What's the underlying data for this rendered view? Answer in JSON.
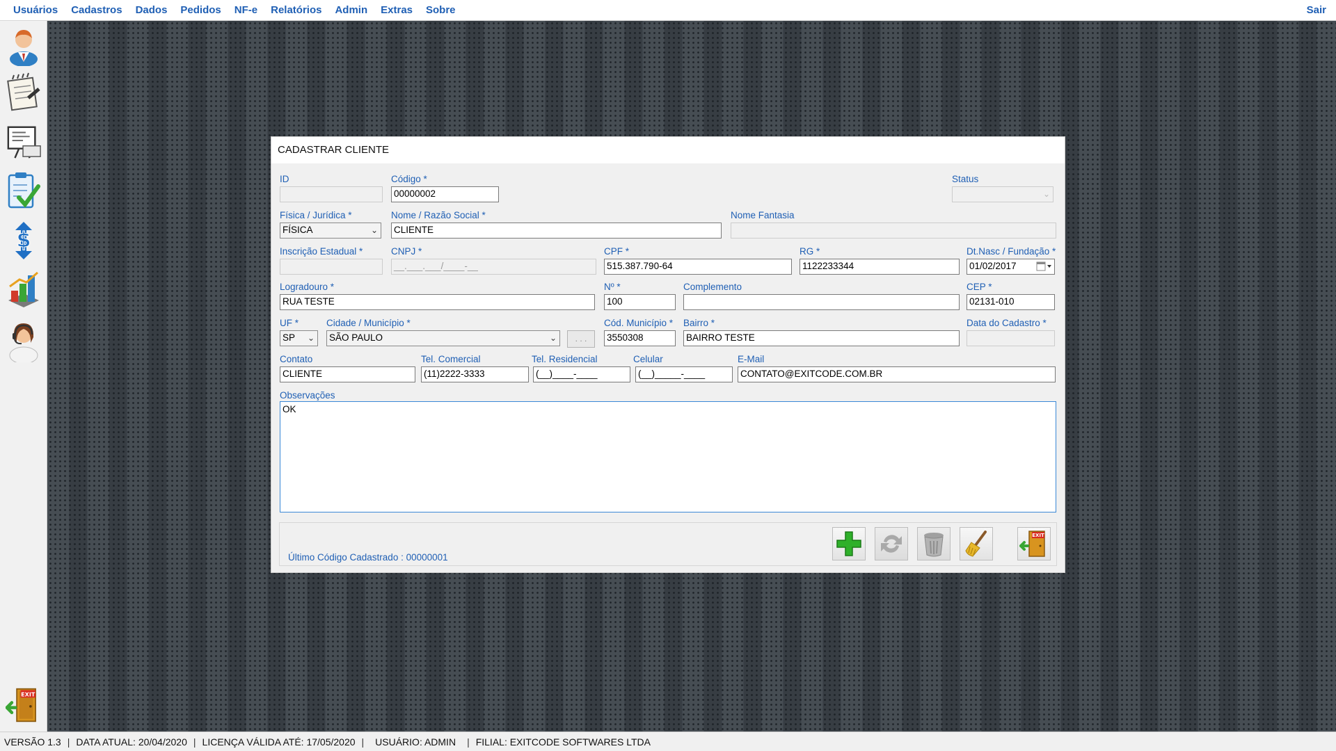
{
  "menu": {
    "items": [
      "Usuários",
      "Cadastros",
      "Dados",
      "Pedidos",
      "NF-e",
      "Relatórios",
      "Admin",
      "Extras",
      "Sobre"
    ],
    "logout": "Sair"
  },
  "sidebar": {
    "icons": [
      "user-icon",
      "notepad-icon",
      "presentation-icon",
      "checklist-icon",
      "dollar-icon",
      "bar-chart-icon",
      "support-agent-icon"
    ],
    "exit_icon": "exit-door-icon",
    "exit_label": "EXIT"
  },
  "dialog": {
    "title": "CADASTRAR CLIENTE",
    "labels": {
      "id": "ID",
      "codigo": "Código *",
      "status": "Status",
      "tipo": "Física / Jurídica *",
      "nome": "Nome / Razão Social *",
      "fantasia": "Nome Fantasia",
      "ie": "Inscrição Estadual *",
      "cnpj": "CNPJ *",
      "cpf": "CPF *",
      "rg": "RG *",
      "nasc": "Dt.Nasc / Fundação *",
      "logradouro": "Logradouro *",
      "numero": "Nº *",
      "complemento": "Complemento",
      "cep": "CEP *",
      "uf": "UF *",
      "cidade": "Cidade / Município *",
      "cod_municipio": "Cód. Município *",
      "bairro": "Bairro *",
      "data_cadastro": "Data do Cadastro *",
      "contato": "Contato",
      "tel_comercial": "Tel. Comercial",
      "tel_residencial": "Tel. Residencial",
      "celular": "Celular",
      "email": "E-Mail",
      "observacoes": "Observações"
    },
    "values": {
      "id": "",
      "codigo": "00000002",
      "status": "",
      "tipo": "FÍSICA",
      "nome": "CLIENTE",
      "fantasia": "",
      "ie": "",
      "cnpj": "__.___.___/____-__",
      "cpf": "515.387.790-64",
      "rg": "1122233344",
      "nasc": "01/02/2017",
      "logradouro": "RUA TESTE",
      "numero": "100",
      "complemento": "",
      "cep": "02131-010",
      "uf": "SP",
      "cidade": "SÃO PAULO",
      "cidade_button": ". . .",
      "cod_municipio": "3550308",
      "bairro": "BAIRRO TESTE",
      "data_cadastro": "",
      "contato": "CLIENTE",
      "tel_comercial": "(11)2222-3333",
      "tel_residencial": "(__)____-____",
      "celular": "(__)_____-____",
      "email": "CONTATO@EXITCODE.COM.BR",
      "observacoes": "OK"
    },
    "footer": {
      "last_code": "Último Código Cadastrado : 00000001",
      "buttons": [
        "add-icon",
        "refresh-icon",
        "trash-icon",
        "broom-icon",
        "exit-door-icon"
      ],
      "exit_label": "EXIT"
    }
  },
  "statusbar": {
    "version": "VERSÃO 1.3",
    "date": "DATA ATUAL: 20/04/2020",
    "license": "LICENÇA VÁLIDA ATÉ: 17/05/2020",
    "user": "USUÁRIO: ADMIN",
    "branch": "FILIAL: EXITCODE SOFTWARES LTDA",
    "separator": "|"
  },
  "colors": {
    "accent": "#1f5fb4",
    "workspace": "#3c434a",
    "focus_border": "#3a88d6"
  }
}
